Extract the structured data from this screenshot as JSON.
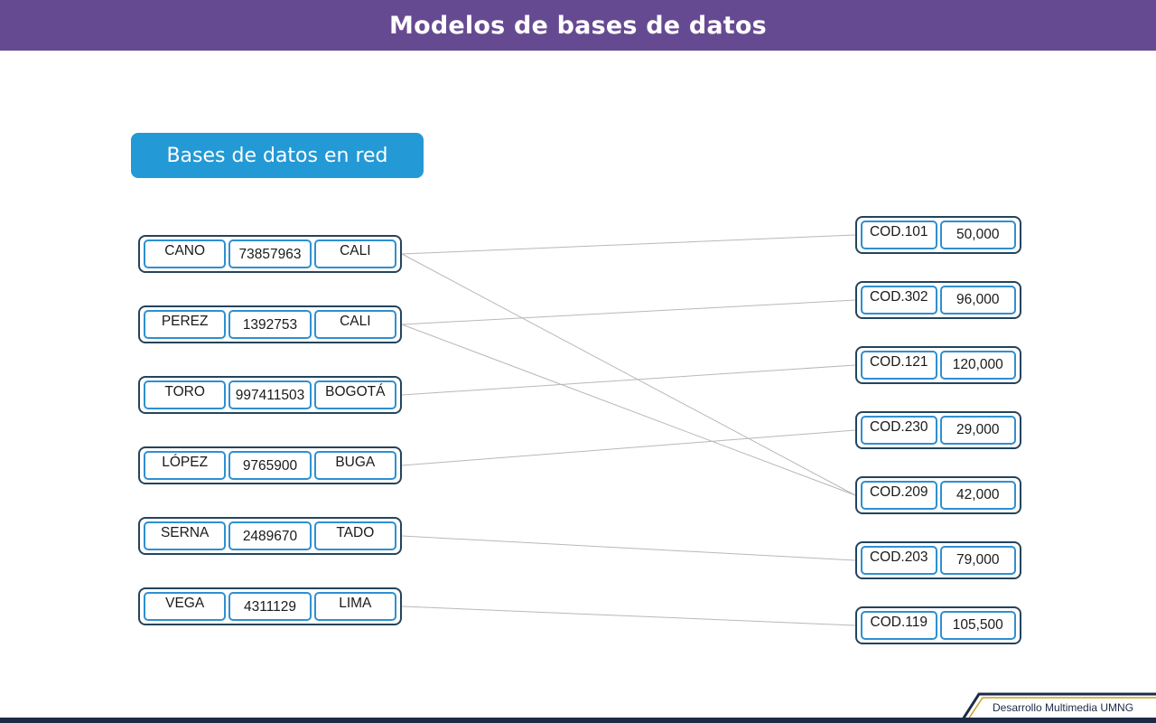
{
  "header": {
    "title": "Modelos de bases de datos"
  },
  "subtitle": "Bases de datos en red",
  "owners": [
    {
      "name": "CANO",
      "phone": "73857963",
      "city": "CALI"
    },
    {
      "name": "PEREZ",
      "phone": "1392753",
      "city": "CALI"
    },
    {
      "name": "TORO",
      "phone": "997411503",
      "city": "BOGOTÁ"
    },
    {
      "name": "LÓPEZ",
      "phone": "9765900",
      "city": "BUGA"
    },
    {
      "name": "SERNA",
      "phone": "2489670",
      "city": "TADO"
    },
    {
      "name": "VEGA",
      "phone": "4311129",
      "city": "LIMA"
    }
  ],
  "members": [
    {
      "code": "COD.101",
      "amount": "50,000"
    },
    {
      "code": "COD.302",
      "amount": "96,000"
    },
    {
      "code": "COD.121",
      "amount": "120,000"
    },
    {
      "code": "COD.230",
      "amount": "29,000"
    },
    {
      "code": "COD.209",
      "amount": "42,000"
    },
    {
      "code": "COD.203",
      "amount": "79,000"
    },
    {
      "code": "COD.119",
      "amount": "105,500"
    }
  ],
  "links": [
    {
      "from": 0,
      "to": 0
    },
    {
      "from": 0,
      "to": 4
    },
    {
      "from": 1,
      "to": 1
    },
    {
      "from": 1,
      "to": 4
    },
    {
      "from": 2,
      "to": 2
    },
    {
      "from": 3,
      "to": 3
    },
    {
      "from": 4,
      "to": 5
    },
    {
      "from": 5,
      "to": 6
    }
  ],
  "footer": {
    "credit": "Desarrollo Multimedia UMNG"
  },
  "colors": {
    "header": "#664a91",
    "badge": "#2399d6",
    "record_border": "#24445c",
    "field_border": "#2f8fd0"
  }
}
